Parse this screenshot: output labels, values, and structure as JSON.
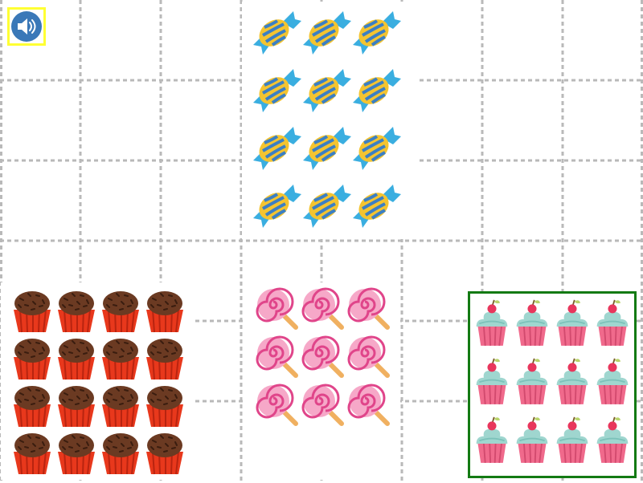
{
  "speaker_button": {
    "icon": "speaker-icon"
  },
  "groups": [
    {
      "name": "candy",
      "icon": "wrapped-candy-icon",
      "count": 12,
      "columns": 3,
      "selected": false
    },
    {
      "name": "brigadeiro",
      "icon": "chocolate-truffle-icon",
      "count": 16,
      "columns": 4,
      "selected": false
    },
    {
      "name": "lollipop",
      "icon": "lollipop-icon",
      "count": 9,
      "columns": 3,
      "selected": false
    },
    {
      "name": "cupcake",
      "icon": "cupcake-icon",
      "count": 12,
      "columns": 4,
      "selected": true
    }
  ],
  "colors": {
    "grid_line": "#b9b9b9",
    "selection_border": "#137a13",
    "speaker_highlight": "#ffff33",
    "speaker_circle": "#3a78b8"
  }
}
